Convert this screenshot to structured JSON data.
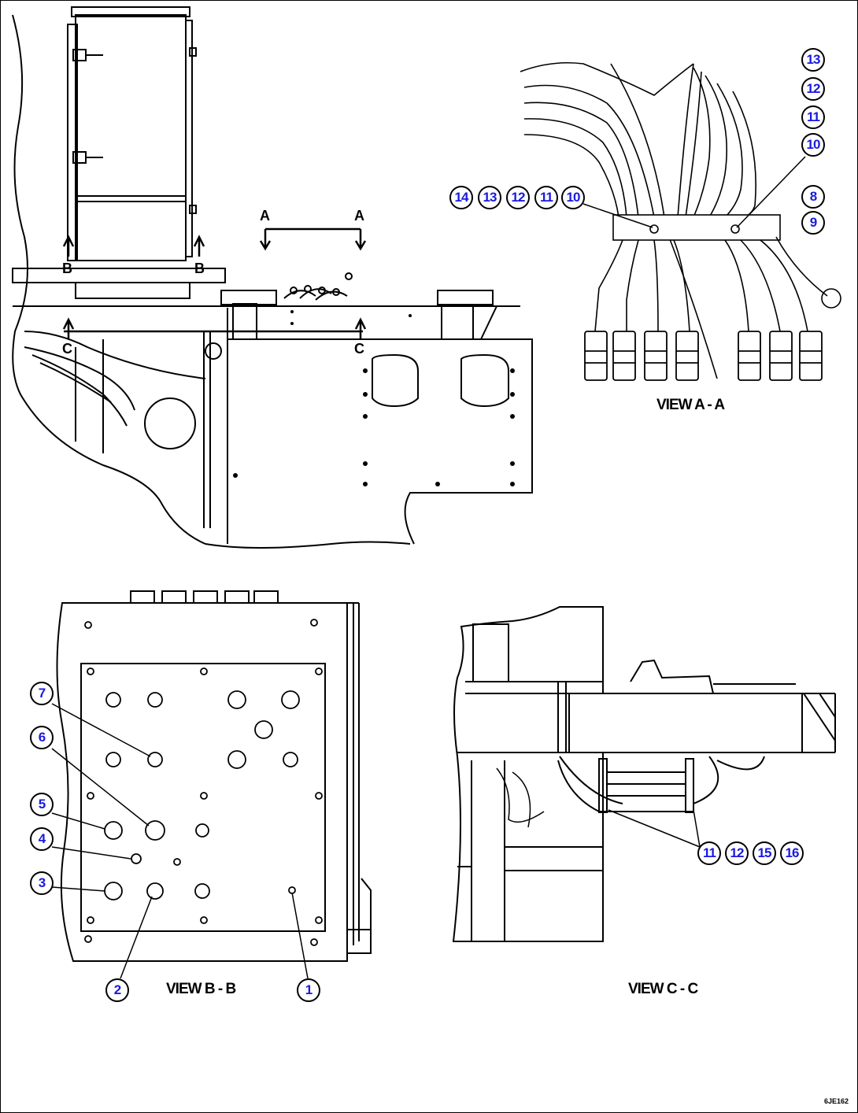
{
  "views": {
    "a": "VIEW A - A",
    "b": "VIEW B - B",
    "c": "VIEW C - C"
  },
  "section_markers": {
    "a_left": "A",
    "a_right": "A",
    "b_left": "B",
    "b_right": "B",
    "c_left": "C",
    "c_right": "C"
  },
  "callouts": {
    "view_a": {
      "c13": "13",
      "c12": "12",
      "c11": "11",
      "c10": "10",
      "c8": "8",
      "c9": "9",
      "row": [
        "14",
        "13",
        "12",
        "11",
        "10"
      ]
    },
    "view_b": [
      "7",
      "6",
      "5",
      "4",
      "3",
      "2",
      "1"
    ],
    "view_c": [
      "11",
      "12",
      "15",
      "16"
    ]
  },
  "drawing_id": "6JE162",
  "colors": {
    "callout_text": "#1a1adc",
    "line": "#000000"
  }
}
